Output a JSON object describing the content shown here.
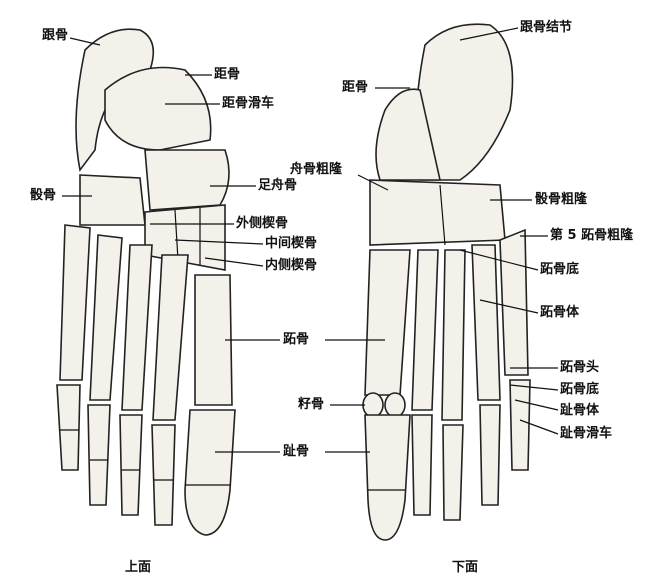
{
  "views": {
    "top": "上面",
    "bottom": "下面"
  },
  "labels_top": {
    "calcaneus": "跟骨",
    "talus": "距骨",
    "talus_trochlea": "距骨滑车",
    "cuboid": "骰骨",
    "navicular": "足舟骨",
    "lateral_cuneiform": "外侧楔骨",
    "intermediate_cuneiform": "中间楔骨",
    "medial_cuneiform": "内侧楔骨",
    "metatarsal": "跖骨",
    "sesamoid": "籽骨",
    "phalanx": "趾骨"
  },
  "labels_bottom": {
    "calcaneal_tuberosity": "跟骨结节",
    "talus": "距骨",
    "navicular_tuberosity": "舟骨粗隆",
    "cuboid_tuberosity": "骰骨粗隆",
    "fifth_metatarsal_tuberosity": "第 5 跖骨粗隆",
    "metatarsal_base": "跖骨底",
    "metatarsal_body": "跖骨体",
    "metatarsal_head": "跖骨头",
    "phalanx_base": "跖骨底",
    "phalanx_body": "趾骨体",
    "phalanx_trochlea": "趾骨滑车"
  }
}
